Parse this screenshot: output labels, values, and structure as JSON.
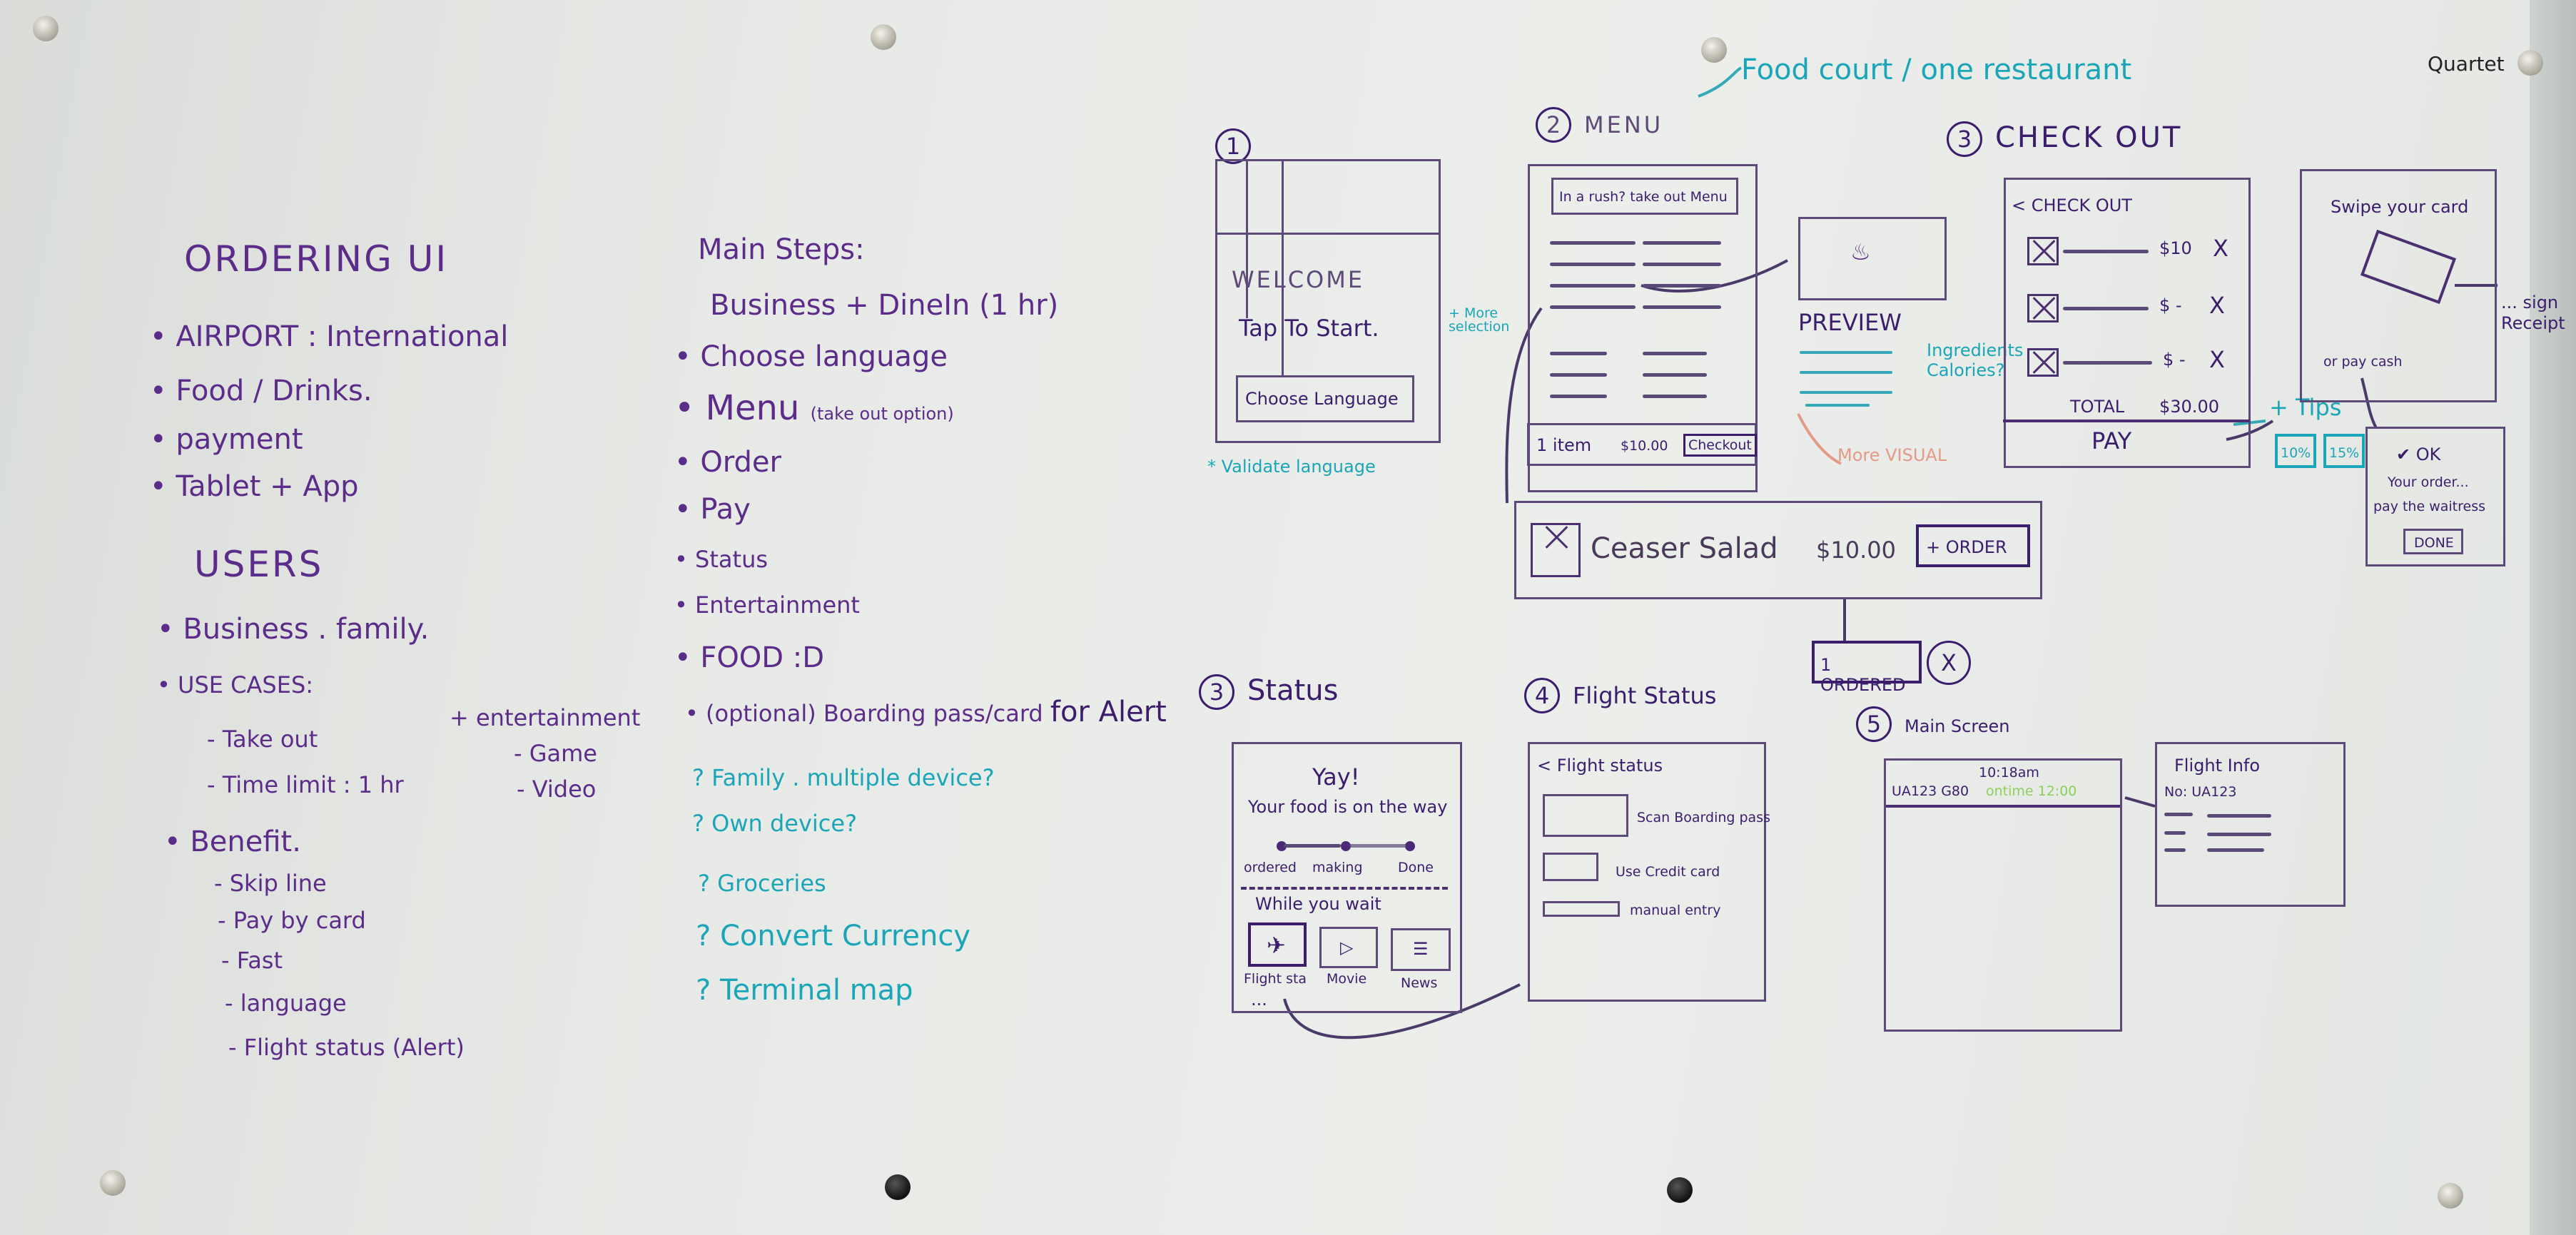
{
  "brand": "Quartet",
  "notes": {
    "title": "ORDERING UI",
    "bullets": [
      "AIRPORT : International",
      "Food / Drinks.",
      "payment",
      "Tablet + App"
    ],
    "users_title": "USERS",
    "users_bullets": [
      "Business . family.",
      "USE CASES:"
    ],
    "use_cases": [
      "- Take out",
      "- Time limit : 1 hr"
    ],
    "entertainment": [
      "+ entertainment",
      "- Game",
      "- Video"
    ],
    "benefit_title": "Benefit.",
    "benefits": [
      "- Skip line",
      "- Pay by card",
      "- Fast",
      "- language",
      "- Flight status (Alert)"
    ]
  },
  "steps": {
    "title": "Main Steps:",
    "subtitle": "Business + DineIn (1 hr)",
    "items": [
      "Choose language",
      "Menu",
      "Order",
      "Pay",
      "Status",
      "Entertainment",
      "FOOD :D",
      "(optional) Boarding pass/card"
    ],
    "menu_note": "(take out option)",
    "alert_note": "for Alert",
    "questions": [
      "? Family . multiple device?",
      "? Own device?",
      "? Groceries",
      "? Convert Currency",
      "? Terminal map"
    ]
  },
  "welcome_screen": {
    "number": "1",
    "welcome": "WELCOME",
    "tap": "Tap To Start.",
    "button": "Choose Language",
    "note": "* Validate language"
  },
  "more_selection": "+ More selection",
  "menu_screen": {
    "number": "2",
    "title": "MENU",
    "food_court_note": "Food court / one restaurant",
    "banner": "In a rush? take out Menu",
    "footer_items": "1 item",
    "footer_price": "$10.00",
    "footer_button": "Checkout",
    "preview_label": "PREVIEW",
    "preview_note": "Ingredients Calories?",
    "visual_note": "More VISUAL",
    "item_name": "Ceaser Salad",
    "item_price": "$10.00",
    "item_button": "+ ORDER",
    "ordered_button": "1 ORDERED",
    "close": "X"
  },
  "checkout_screen": {
    "number": "3",
    "title": "CHECK OUT",
    "header": "< CHECK OUT",
    "rows": [
      {
        "price": "$10",
        "remove": "X"
      },
      {
        "price": "$ -",
        "remove": "X"
      },
      {
        "price": "$ -",
        "remove": "X"
      }
    ],
    "total_label": "TOTAL",
    "total_value": "$30.00",
    "pay": "PAY",
    "tips": "+ Tips",
    "tip_options": [
      "10%",
      "15%"
    ],
    "swipe": "Swipe your card",
    "pay_cash": "or pay cash",
    "sign": "... sign Receipt",
    "ok": "OK",
    "ok_order": "Your order...",
    "ok_pay": "pay the waitress",
    "ok_button": "DONE"
  },
  "status_screen": {
    "number": "3",
    "title": "Status",
    "yay": "Yay!",
    "message": "Your food is on the way",
    "progress": [
      "ordered",
      "making",
      "Done"
    ],
    "progress_level": 0.5,
    "wait": "While you wait",
    "tiles": [
      "Flight sta",
      "Movie",
      "News"
    ],
    "more": "..."
  },
  "flight_status_screen": {
    "number": "4",
    "title": "Flight Status",
    "header": "< Flight status",
    "options": [
      "Scan Boarding pass",
      "Use Credit card",
      "manual entry"
    ]
  },
  "main_screen": {
    "number": "5",
    "title": "Main Screen",
    "time": "10:18am",
    "flight": "UA123 G80",
    "status": "ontime 12:00",
    "info_title": "Flight Info",
    "info_line": "No: UA123"
  },
  "colors": {
    "purple": "#5b2c8a",
    "cyan": "#1aa6b8",
    "salmon": "#e39a86",
    "green": "#8ccf5a",
    "board": "#e8eae7"
  }
}
